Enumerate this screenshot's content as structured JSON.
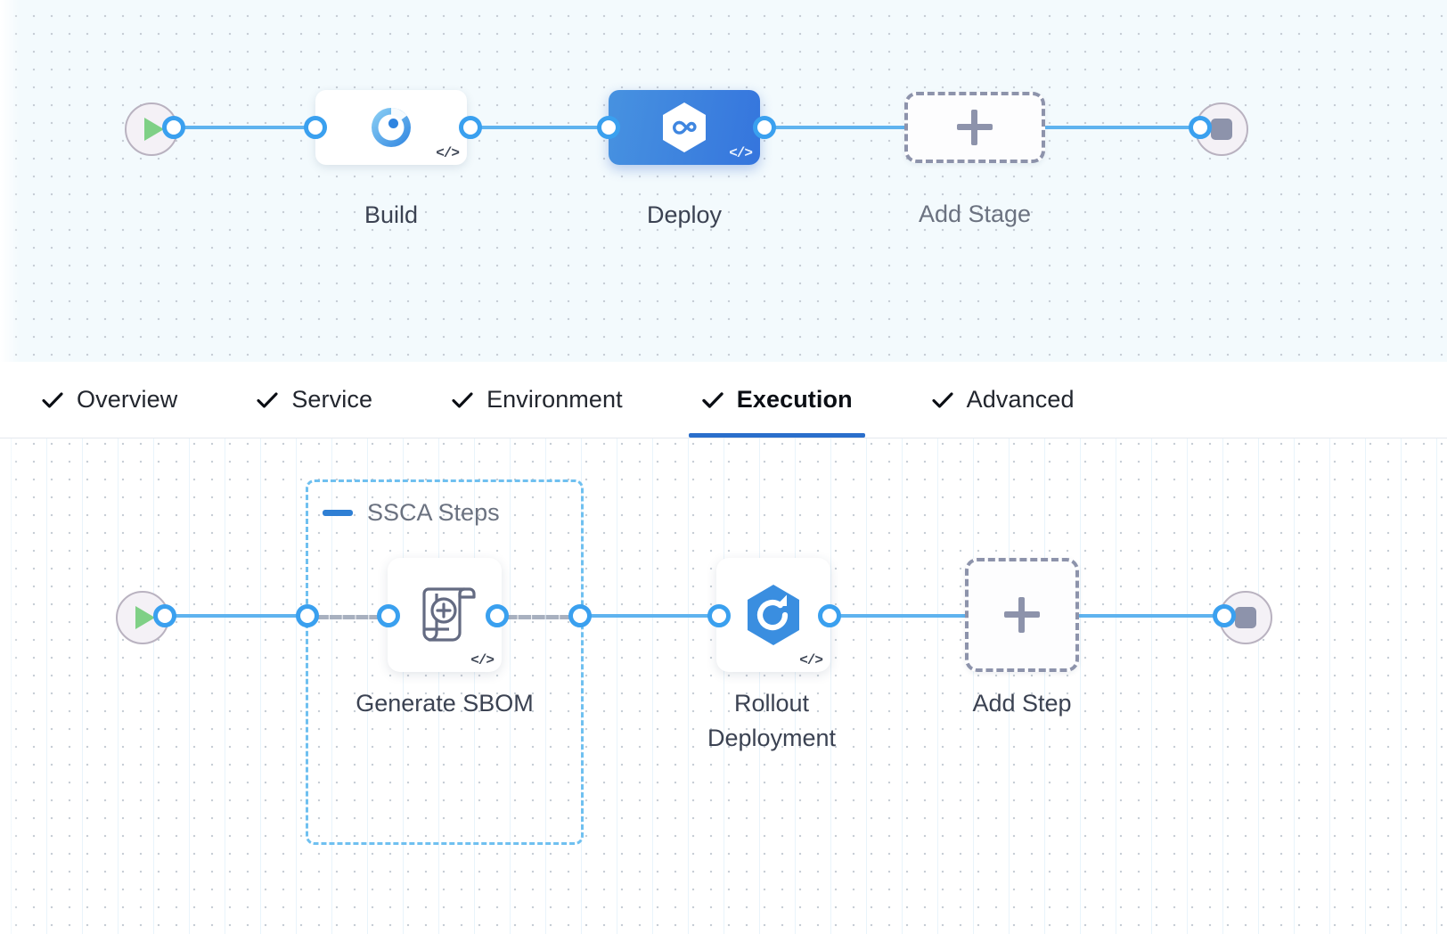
{
  "theme": {
    "accent_blue": "#3aa0ef",
    "edge_blue": "#5fb3ef",
    "selected_stage_blue": "#3575dd",
    "tab_underline": "#2a6ecb",
    "group_dashed_blue": "#6fc0f0",
    "muted_gray": "#8d93ab",
    "canvas_top_bg": "#f3fafd",
    "canvas_bottom_bg": "#ffffff"
  },
  "stage_canvas": {
    "start_node": {
      "name": "pipeline-start",
      "icon": "play-icon"
    },
    "end_node": {
      "name": "pipeline-end",
      "icon": "stop-icon"
    },
    "stages": [
      {
        "label": "Build",
        "icon": "build-ci-icon",
        "badge": "</>",
        "selected": false
      },
      {
        "label": "Deploy",
        "icon": "deploy-cd-hexagon-icon",
        "badge": "</>",
        "selected": true
      }
    ],
    "add_stage": {
      "label": "Add Stage",
      "icon": "plus-icon"
    }
  },
  "tabs": [
    {
      "label": "Overview",
      "icon": "check-icon",
      "active": false
    },
    {
      "label": "Service",
      "icon": "check-icon",
      "active": false
    },
    {
      "label": "Environment",
      "icon": "check-icon",
      "active": false
    },
    {
      "label": "Execution",
      "icon": "check-icon",
      "active": true
    },
    {
      "label": "Advanced",
      "icon": "check-icon",
      "active": false
    }
  ],
  "step_canvas": {
    "start_node": {
      "name": "execution-start",
      "icon": "play-icon"
    },
    "end_node": {
      "name": "execution-end",
      "icon": "stop-icon"
    },
    "group": {
      "label": "SSCA Steps",
      "collapse_icon": "minus-icon"
    },
    "steps": [
      {
        "label": "Generate SBOM",
        "icon": "scroll-plus-icon",
        "badge": "</>",
        "in_group": true
      },
      {
        "label": "Rollout\nDeployment",
        "icon": "rollout-hexagon-icon",
        "badge": "</>",
        "in_group": false
      }
    ],
    "add_step": {
      "label": "Add Step",
      "icon": "plus-icon"
    }
  }
}
